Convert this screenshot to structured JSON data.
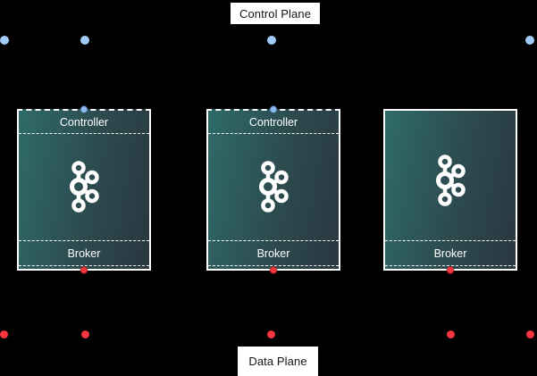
{
  "diagram": {
    "control_plane": {
      "label": "Control Plane"
    },
    "data_plane": {
      "label": "Data Plane"
    },
    "nodes": [
      {
        "controller_label": "Controller",
        "broker_label": "Broker",
        "has_controller": true
      },
      {
        "controller_label": "Controller",
        "broker_label": "Broker",
        "has_controller": true
      },
      {
        "broker_label": "Broker",
        "has_controller": false
      }
    ],
    "icons": {
      "node_logo": "kafka-logo"
    },
    "connection_dots": {
      "control_plane_count": 4,
      "data_plane_count": 5
    },
    "colors": {
      "background": "#000000",
      "control_plane_dot": "#a3cbf7",
      "data_plane_dot": "#f9353f",
      "node_border": "#ffffff",
      "node_gradient_left": "#2f6b69",
      "node_gradient_right": "#293740",
      "node_text": "#ffffff",
      "label_background": "#ffffff",
      "label_text": "#161616"
    }
  }
}
